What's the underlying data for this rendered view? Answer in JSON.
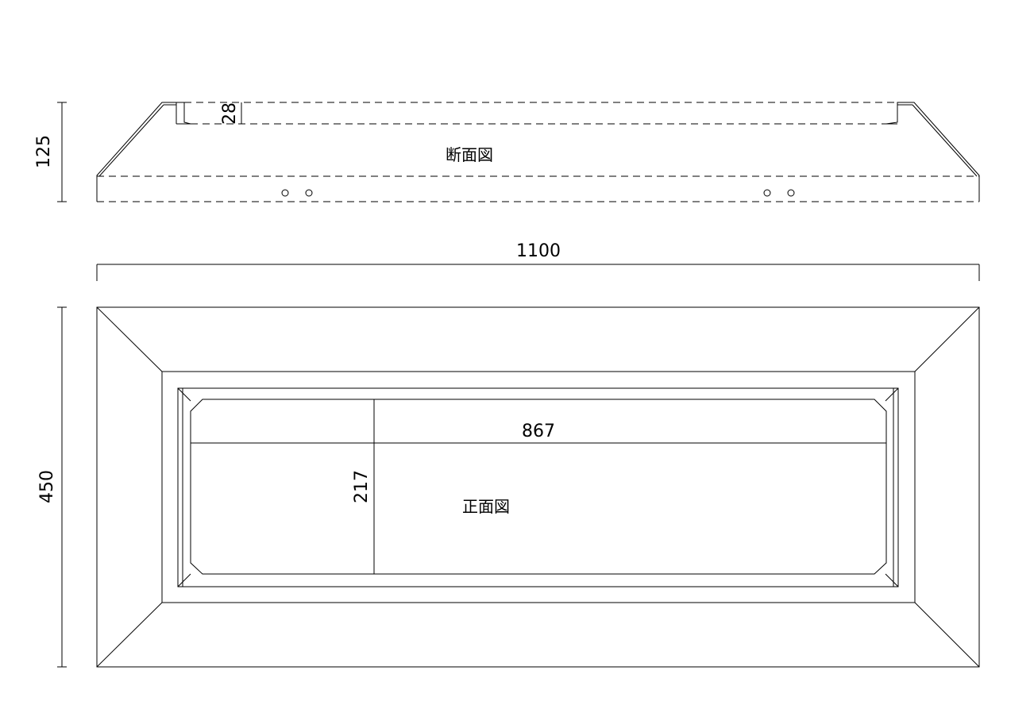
{
  "section_view": {
    "label": "断面図",
    "height_dim": "125",
    "lip_dim": "28"
  },
  "overall_width_dim": "1100",
  "front_view": {
    "label": "正面図",
    "height_dim": "450",
    "opening_width_dim": "867",
    "opening_height_dim": "217"
  }
}
